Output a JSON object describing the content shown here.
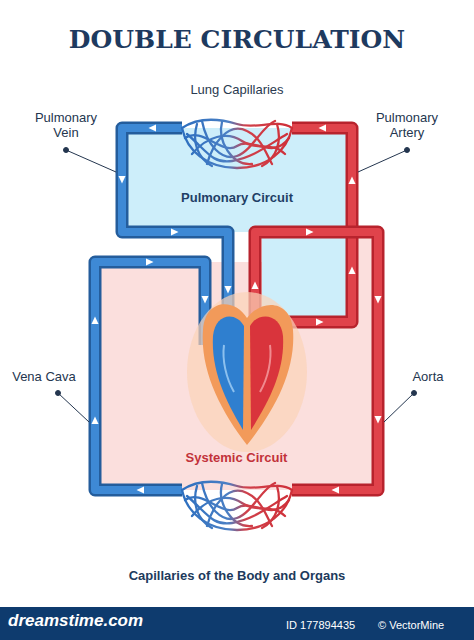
{
  "diagram": {
    "title": "DOUBLE CIRCULATION",
    "nodes": [
      {
        "text": [
          "Lung Capillaries"
        ]
      },
      {
        "text": [
          "Pulmonary Circuit"
        ]
      },
      {
        "text": [
          "Systemic Circuit"
        ]
      },
      {
        "text": [
          "Capillaries of the Body and Organs"
        ]
      }
    ],
    "labels": [
      "Pulmonary Vein",
      "Pulmonary Artery",
      "Vena Cava",
      "Aorta",
      "dreamstime.com",
      "ID 177894435",
      "© VectorMine"
    ]
  }
}
